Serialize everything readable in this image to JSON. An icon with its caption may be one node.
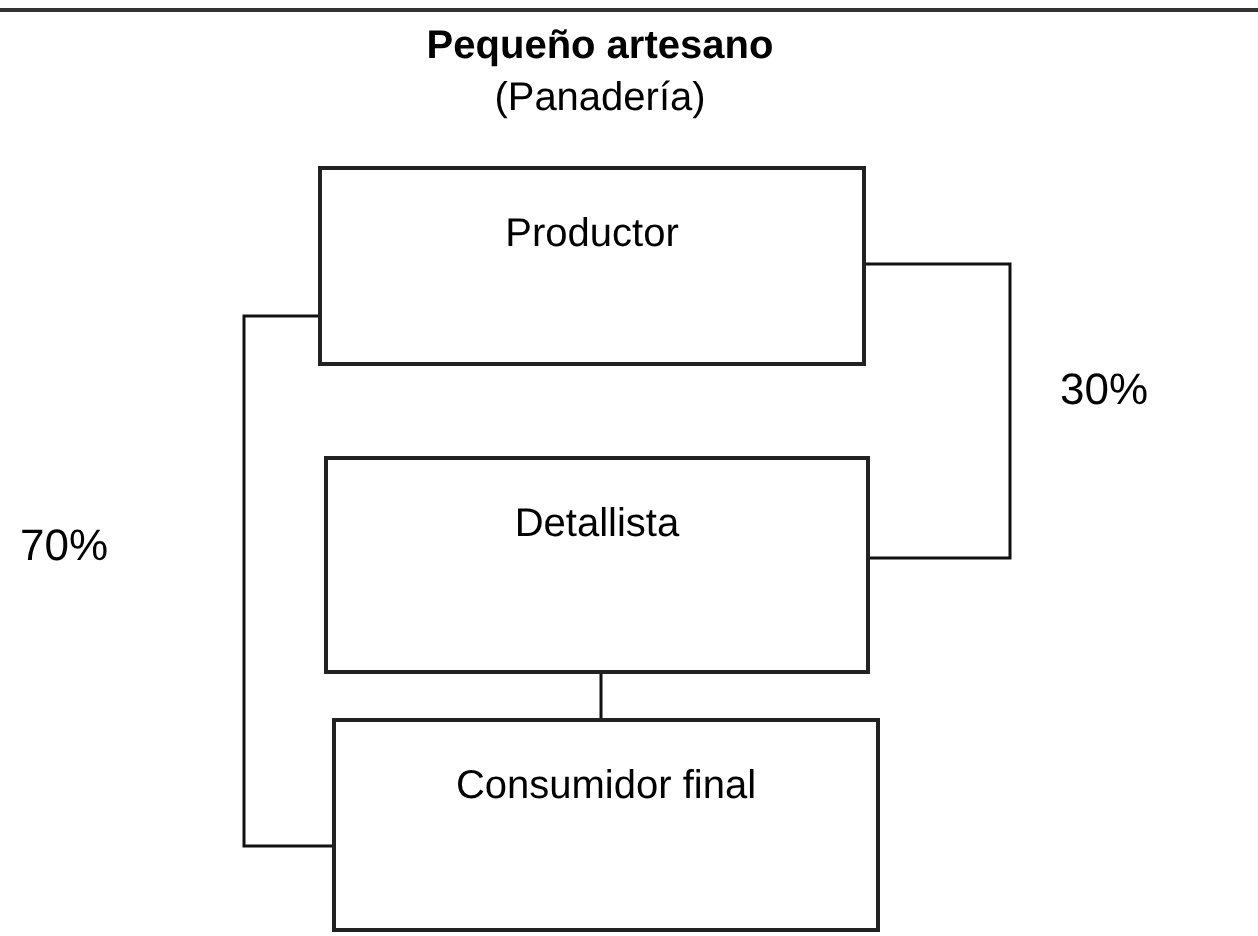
{
  "diagram": {
    "title": "Pequeño artesano",
    "nodes": [
      {
        "text": [
          "Productor"
        ]
      },
      {
        "text": [
          "Detallista"
        ]
      },
      {
        "text": [
          "Consumidor final"
        ]
      }
    ],
    "edges": [
      {
        "from": 0,
        "to": 1,
        "arrow": "none",
        "label": "30%"
      },
      {
        "from": 0,
        "to": 2,
        "arrow": "none",
        "label": "70%"
      },
      {
        "from": 1,
        "to": 2,
        "arrow": "none"
      }
    ],
    "labels": [
      "(Panadería)"
    ]
  }
}
